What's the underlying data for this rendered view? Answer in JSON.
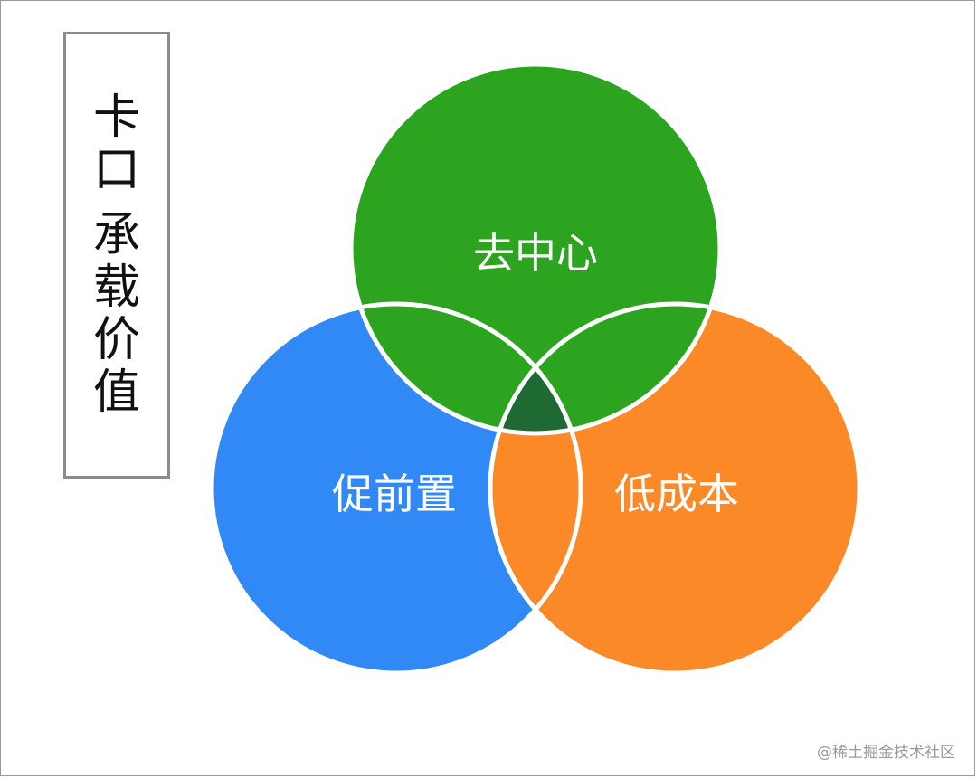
{
  "title": {
    "line1": "卡口",
    "line2": "承载价值"
  },
  "circles": {
    "top": {
      "label": "去中心",
      "color": "#2ca41f"
    },
    "left": {
      "label": "促前置",
      "color": "#3189f6"
    },
    "right": {
      "label": "低成本",
      "color": "#fb8927"
    }
  },
  "overlap_colors": {
    "center": "#1e6a32",
    "outline": "#ffffff"
  },
  "watermark": "@稀土掘金技术社区"
}
